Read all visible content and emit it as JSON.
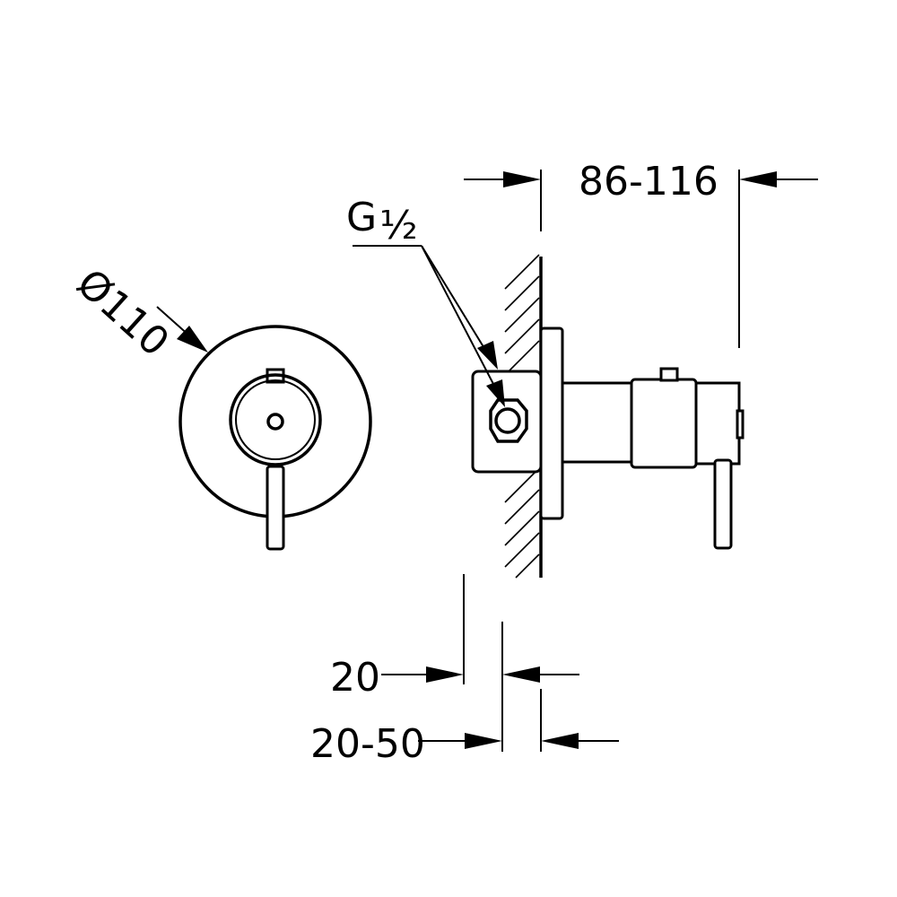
{
  "dimensions": {
    "diameter": "Ø110",
    "connection": "G",
    "connection_size": "½",
    "projection": "86-116",
    "wall_cover": "20",
    "installation_depth": "20-50"
  },
  "colors": {
    "line": "#000000",
    "background": "#ffffff"
  }
}
